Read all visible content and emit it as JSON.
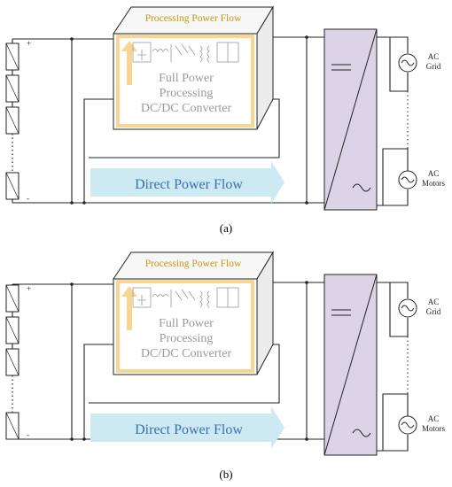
{
  "colors": {
    "line": "#222222",
    "box_face": "#ffffff",
    "box_top": "#f7f7f7",
    "box_side": "#ececec",
    "orange": "#f6d692",
    "orange_text": "#c9980f",
    "ppc_text": "#9a9a9a",
    "inverter_fill": "#dcd4e6",
    "arrow_fill": "#cde9f1",
    "arrow_text": "#3c6fb5"
  },
  "icons": [
    "pv-module-icon",
    "buck-boost-converter-icon",
    "ac-source-icon"
  ],
  "panels": [
    {
      "caption": "(a)",
      "processing_flow_label": "Processing Power Flow",
      "converter_label_lines": [
        "Full Power",
        "Processing",
        "DC/DC Converter"
      ],
      "direct_flow_label": "Direct Power Flow",
      "pv_plus": "+",
      "pv_minus": "-",
      "grid_label_lines": [
        "AC",
        "Grid"
      ],
      "motors_label_lines": [
        "AC",
        "Motors"
      ]
    },
    {
      "caption": "(b)",
      "processing_flow_label": "Processing Power Flow",
      "converter_label_lines": [
        "Full Power",
        "Processing",
        "DC/DC Converter"
      ],
      "direct_flow_label": "Direct Power Flow",
      "pv_plus": "+",
      "pv_minus": "-",
      "grid_label_lines": [
        "AC",
        "Grid"
      ],
      "motors_label_lines": [
        "AC",
        "Motors"
      ]
    }
  ]
}
